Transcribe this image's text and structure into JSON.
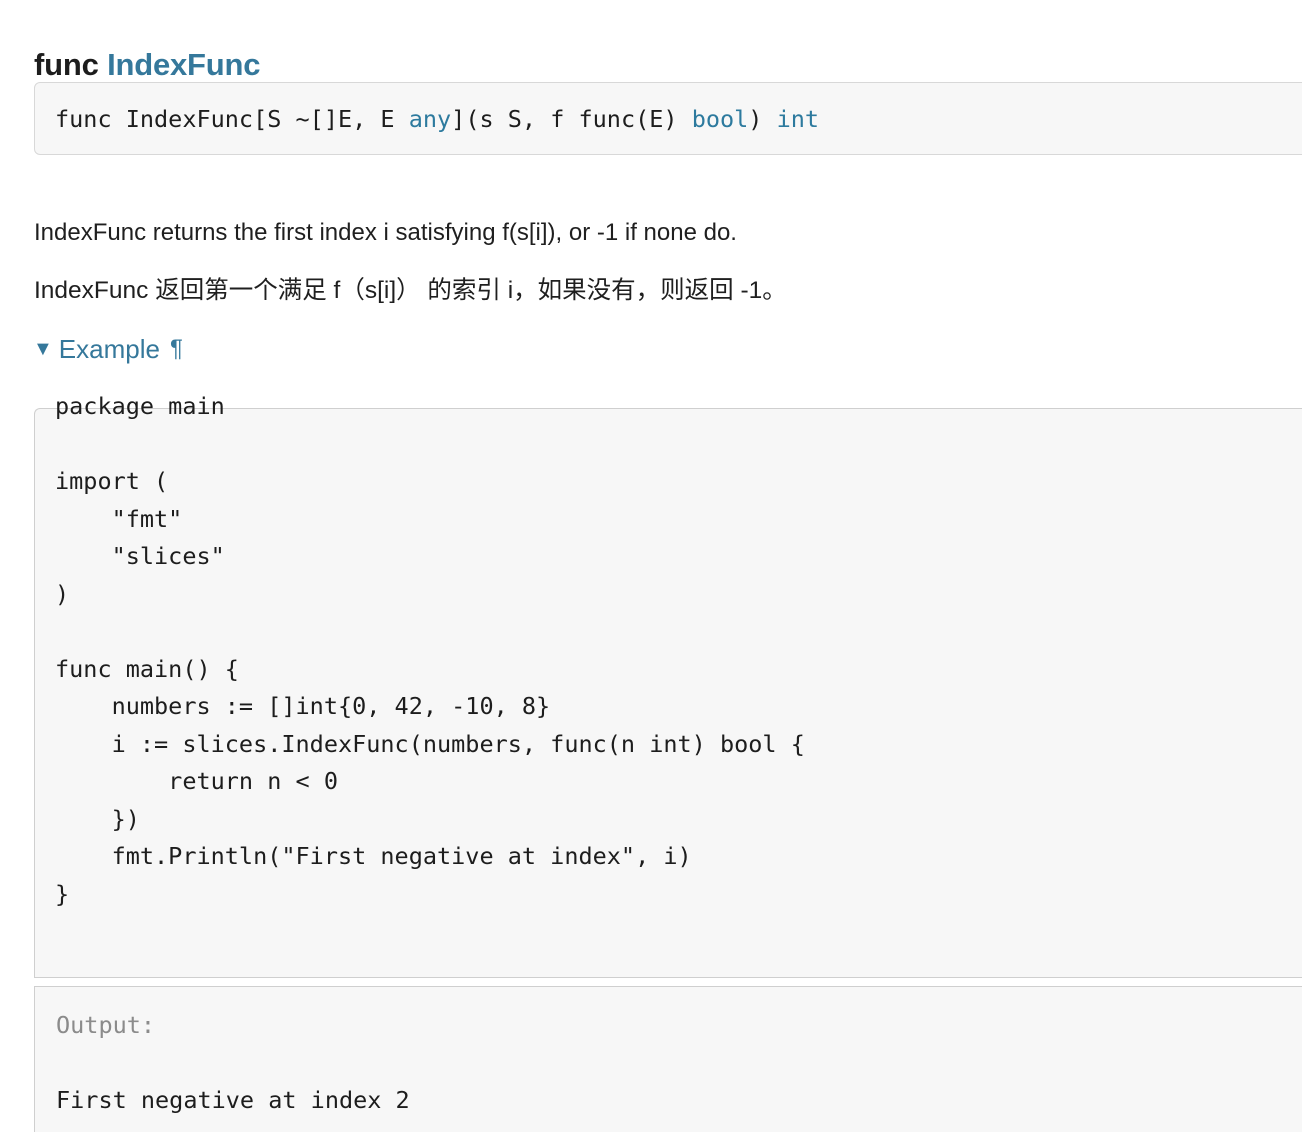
{
  "heading": {
    "keyword": "func",
    "name": "IndexFunc"
  },
  "signature": {
    "part1": "func IndexFunc[S ~[]E, E ",
    "type1": "any",
    "part2": "](s S, f func(E) ",
    "type2": "bool",
    "part3": ") ",
    "type3": "int"
  },
  "description": {
    "english": "IndexFunc returns the first index i satisfying f(s[i]), or -1 if none do.",
    "chinese": "IndexFunc 返回第一个满足 f（s[i]） 的索引 i，如果没有，则返回 -1。"
  },
  "example": {
    "triangle": "▼",
    "label": "Example",
    "anchor": "¶"
  },
  "code": {
    "language": "go",
    "source": "package main\n\nimport (\n    \"fmt\"\n    \"slices\"\n)\n\nfunc main() {\n    numbers := []int{0, 42, -10, 8}\n    i := slices.IndexFunc(numbers, func(n int) bool {\n        return n < 0\n    })\n    fmt.Println(\"First negative at index\", i)\n}"
  },
  "output": {
    "label": "Output:",
    "value": "First negative at index 2"
  },
  "colors": {
    "accent": "#35789b",
    "code_bg": "#f7f7f7",
    "border": "#cfcfcf",
    "text": "#1d1d1d",
    "muted": "#8b8b8b"
  }
}
